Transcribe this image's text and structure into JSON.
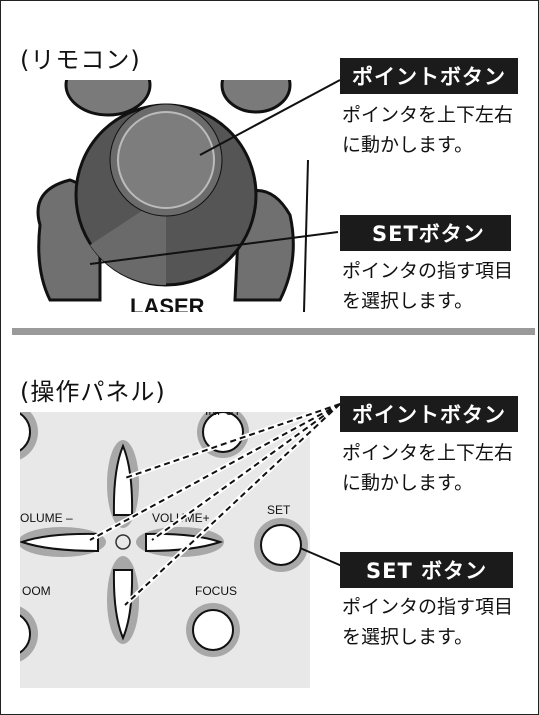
{
  "remote": {
    "title": "(リモコン)",
    "pointer": {
      "label": "ポイントボタン",
      "desc": [
        "ポインタを上下左右",
        "に動かします。"
      ]
    },
    "set": {
      "label": "SETボタン",
      "desc": [
        "ポインタの指す項目",
        "を選択します。"
      ]
    },
    "laser_text": "LASER"
  },
  "panel": {
    "title": "(操作パネル)",
    "pointer": {
      "label": "ポイントボタン",
      "desc": [
        "ポインタを上下左右",
        "に動かします。"
      ]
    },
    "set": {
      "label": "SET ボタン",
      "desc": [
        "ポインタの指す項目",
        "を選択します。"
      ]
    },
    "labels": {
      "input": "INPUT",
      "volume_minus": "OLUME –",
      "volume_plus": "VOLUME+",
      "set": "SET",
      "zoom": "OOM",
      "focus": "FOCUS"
    }
  },
  "colors": {
    "label_bg": "#1b1b1b",
    "divider": "#9a9a9a",
    "panel_bg": "#e8e8e8",
    "button_gray": "#9a9a9a"
  }
}
